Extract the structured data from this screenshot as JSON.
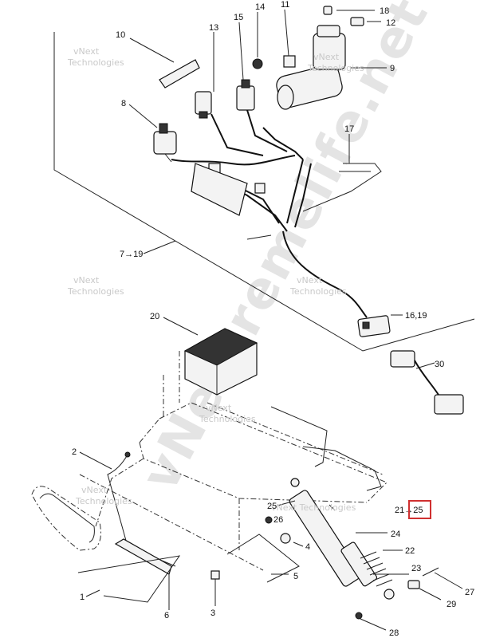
{
  "watermarks": {
    "brand_line1": "vNext",
    "brand_line2": "Technologies",
    "brand_full": "vNext Technologies",
    "site": "vNextremelife.net"
  },
  "callouts": {
    "p1": "1",
    "p2": "2",
    "p3": "3",
    "p4": "4",
    "p5": "5",
    "p6": "6",
    "p7_19": "7→19",
    "p8": "8",
    "p9": "9",
    "p10": "10",
    "p11": "11",
    "p12": "12",
    "p13": "13",
    "p14": "14",
    "p15": "15",
    "p16_19": "16,19",
    "p17": "17",
    "p18": "18",
    "p20": "20",
    "p21_25": "21→25",
    "p22": "22",
    "p23": "23",
    "p24": "24",
    "p25": "25",
    "p26": "26",
    "p27": "27",
    "p28": "28",
    "p29": "29",
    "p30": "30"
  },
  "highlight": {
    "target": "21→25",
    "color": "#d03030"
  }
}
